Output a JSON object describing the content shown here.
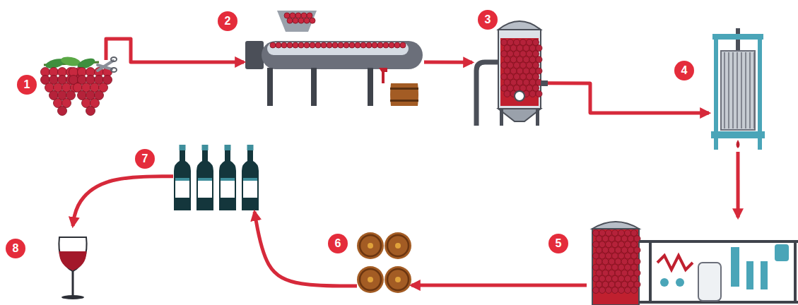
{
  "diagram": {
    "nodes": [
      {
        "text": [
          "1"
        ]
      },
      {
        "text": [
          "2"
        ]
      },
      {
        "text": [
          "3"
        ]
      },
      {
        "text": [
          "4"
        ]
      },
      {
        "text": [
          "5"
        ]
      },
      {
        "text": [
          "6"
        ]
      },
      {
        "text": [
          "7"
        ]
      },
      {
        "text": [
          "8"
        ]
      }
    ],
    "edges": [
      {
        "from": 0,
        "to": 1,
        "arrow": "to"
      },
      {
        "from": 1,
        "to": 2,
        "arrow": "to"
      },
      {
        "from": 2,
        "to": 3,
        "arrow": "to"
      },
      {
        "from": 3,
        "to": 4,
        "arrow": "to"
      },
      {
        "from": 4,
        "to": 5,
        "arrow": "to"
      },
      {
        "from": 5,
        "to": 6,
        "arrow": "to"
      },
      {
        "from": 6,
        "to": 7,
        "arrow": "to"
      }
    ]
  }
}
